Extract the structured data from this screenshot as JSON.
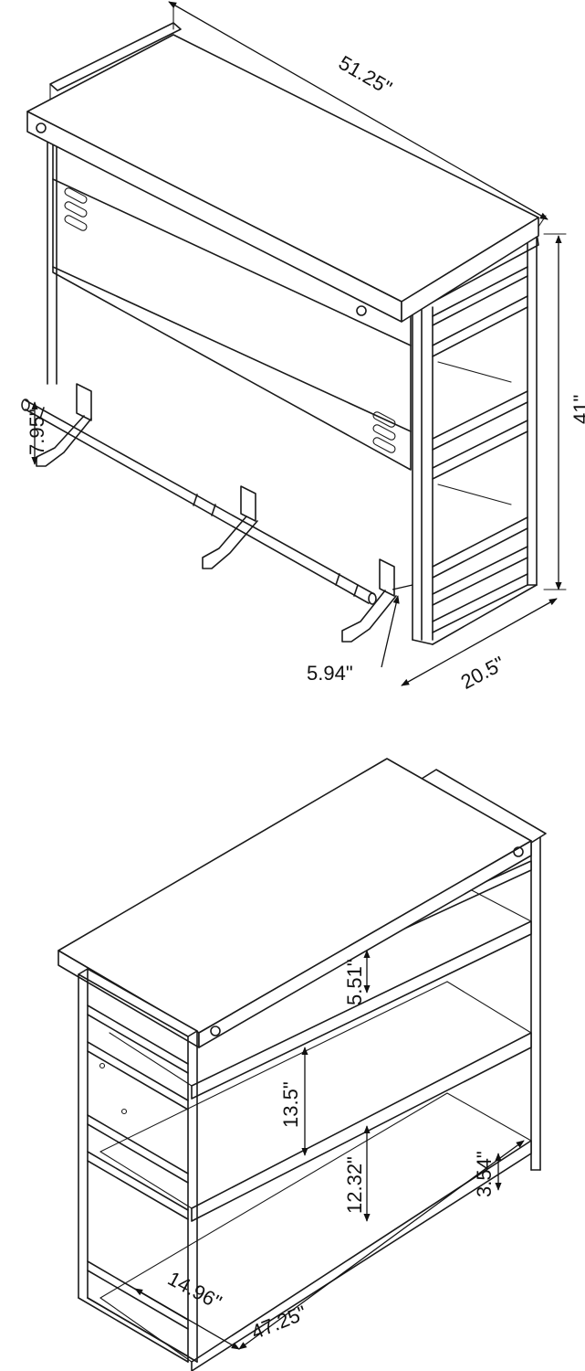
{
  "figure_top": {
    "width_label": "51.25\"",
    "height_label": "41\"",
    "depth_label": "20.5\"",
    "footrest_height_label": "7.95\"",
    "footrest_offset_label": "5.94\""
  },
  "figure_bottom": {
    "top_shelf_gap_label": "5.51\"",
    "middle_shelf_gap_label": "13.5\"",
    "lower_shelf_gap_label": "12.32\"",
    "bottom_clearance_label": "3.54\"",
    "shelf_depth_label": "14.96\"",
    "shelf_width_label": "47.25\""
  },
  "colors": {
    "line": "#1a1a1a",
    "background": "#ffffff"
  }
}
